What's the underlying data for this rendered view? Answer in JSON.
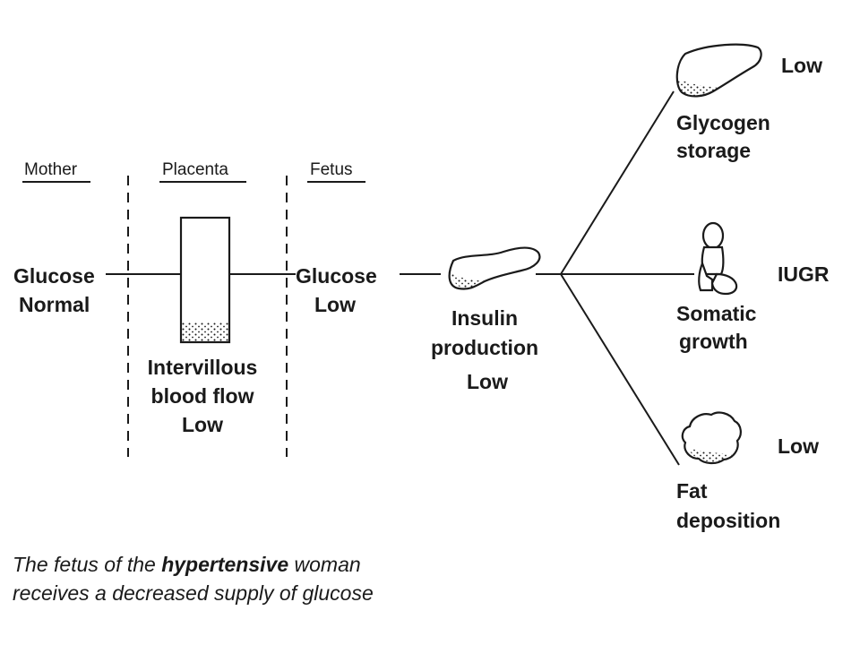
{
  "headers": {
    "mother": "Mother",
    "placenta": "Placenta",
    "fetus": "Fetus"
  },
  "mother": {
    "line1": "Glucose",
    "line2": "Normal"
  },
  "placenta": {
    "line1": "Intervillous",
    "line2": "blood flow",
    "line3": "Low"
  },
  "fetus": {
    "line1": "Glucose",
    "line2": "Low"
  },
  "pancreas": {
    "line1": "Insulin",
    "line2": "production",
    "line3": "Low"
  },
  "outcomes": [
    {
      "line1": "Glycogen",
      "line2": "storage",
      "status": "Low",
      "icon": "liver-icon"
    },
    {
      "line1": "Somatic",
      "line2": "growth",
      "status": "IUGR",
      "icon": "fetus-figure-icon"
    },
    {
      "line1": "Fat",
      "line2": "deposition",
      "status": "Low",
      "icon": "fat-tissue-icon"
    }
  ],
  "caption": {
    "l1_a": "The fetus of the ",
    "l1_b": "hypertensive",
    "l1_c": " woman",
    "l2": "receives a decreased supply of glucose"
  }
}
